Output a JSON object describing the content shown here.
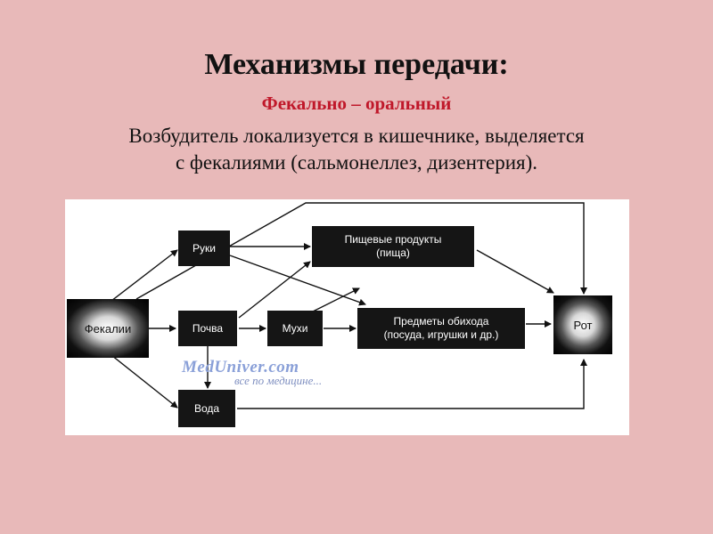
{
  "slide": {
    "title": "Механизмы передачи:",
    "subtitle": "Фекально – оральный",
    "description_line1": "Возбудитель локализуется в кишечнике, выделяется",
    "description_line2": "с фекалиями (сальмонеллез, дизентерия)."
  },
  "diagram": {
    "nodes": {
      "feces": "Фекалии",
      "hands": "Руки",
      "soil": "Почва",
      "flies": "Мухи",
      "water": "Вода",
      "food_line1": "Пищевые продукты",
      "food_line2": "(пища)",
      "items_line1": "Предметы обихода",
      "items_line2": "(посуда, игрушки и др.)",
      "mouth": "Рот"
    },
    "watermark": {
      "line1": "MedUniver.com",
      "line2": "все по медицине..."
    }
  },
  "colors": {
    "background": "#e8b9b9",
    "subtitle": "#c0182a",
    "box": "#151515"
  }
}
